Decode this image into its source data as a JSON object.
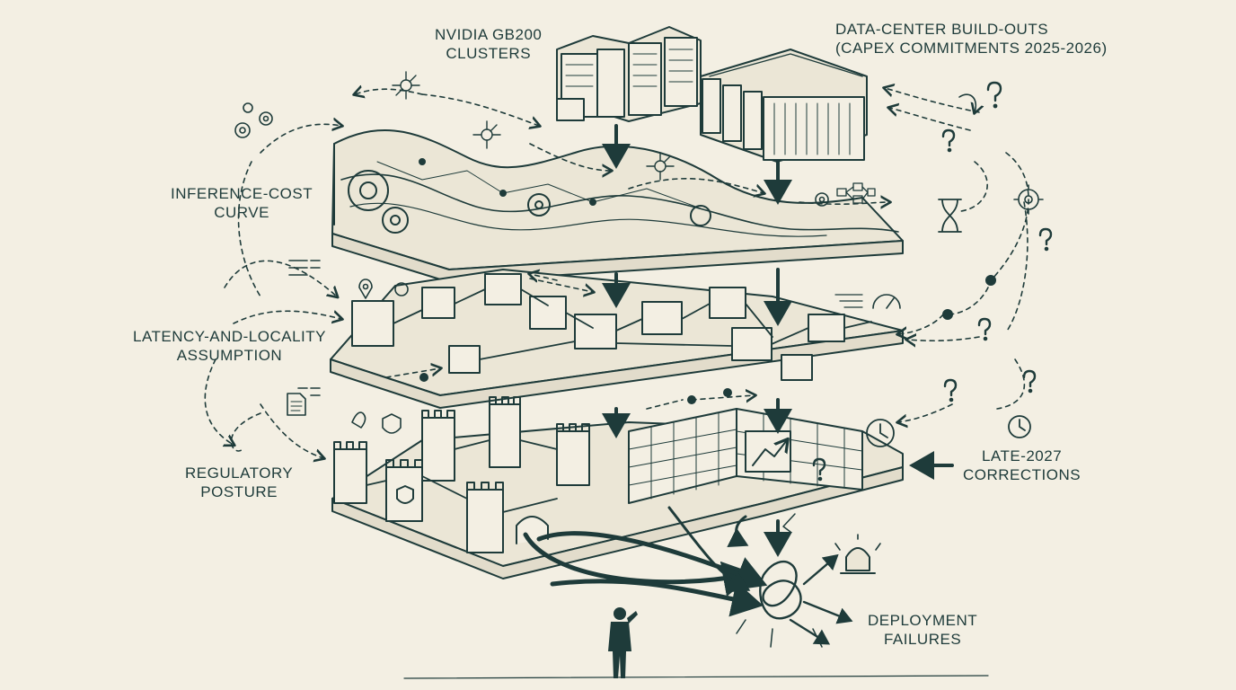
{
  "labels": {
    "nvidia_line1": "NVIDIA GB200",
    "nvidia_line2": "CLUSTERS",
    "datacenter_line1": "DATA-CENTER BUILD-OUTS",
    "datacenter_line2": "(CAPEX COMMITMENTS 2025-2026)",
    "inference_line1": "INFERENCE-COST",
    "inference_line2": "CURVE",
    "latency_line1": "LATENCY-AND-LOCALITY",
    "latency_line2": "ASSUMPTION",
    "regulatory_line1": "REGULATORY",
    "regulatory_line2": "POSTURE",
    "late_line1": "LATE-2027",
    "late_line2": "CORRECTIONS",
    "deploy_line1": "DEPLOYMENT",
    "deploy_line2": "FAILURES"
  },
  "icons": [
    "gears-icon",
    "network-node-icon",
    "hourglass-icon",
    "question-mark-icon",
    "clock-icon",
    "alarm-icon",
    "shield-icon",
    "document-icon",
    "map-pin-icon",
    "speedometer-icon",
    "knot-icon",
    "person-icon"
  ],
  "colors": {
    "ink": "#1e3b3a",
    "background": "#f3efe3",
    "fill": "#ebe6d6"
  }
}
